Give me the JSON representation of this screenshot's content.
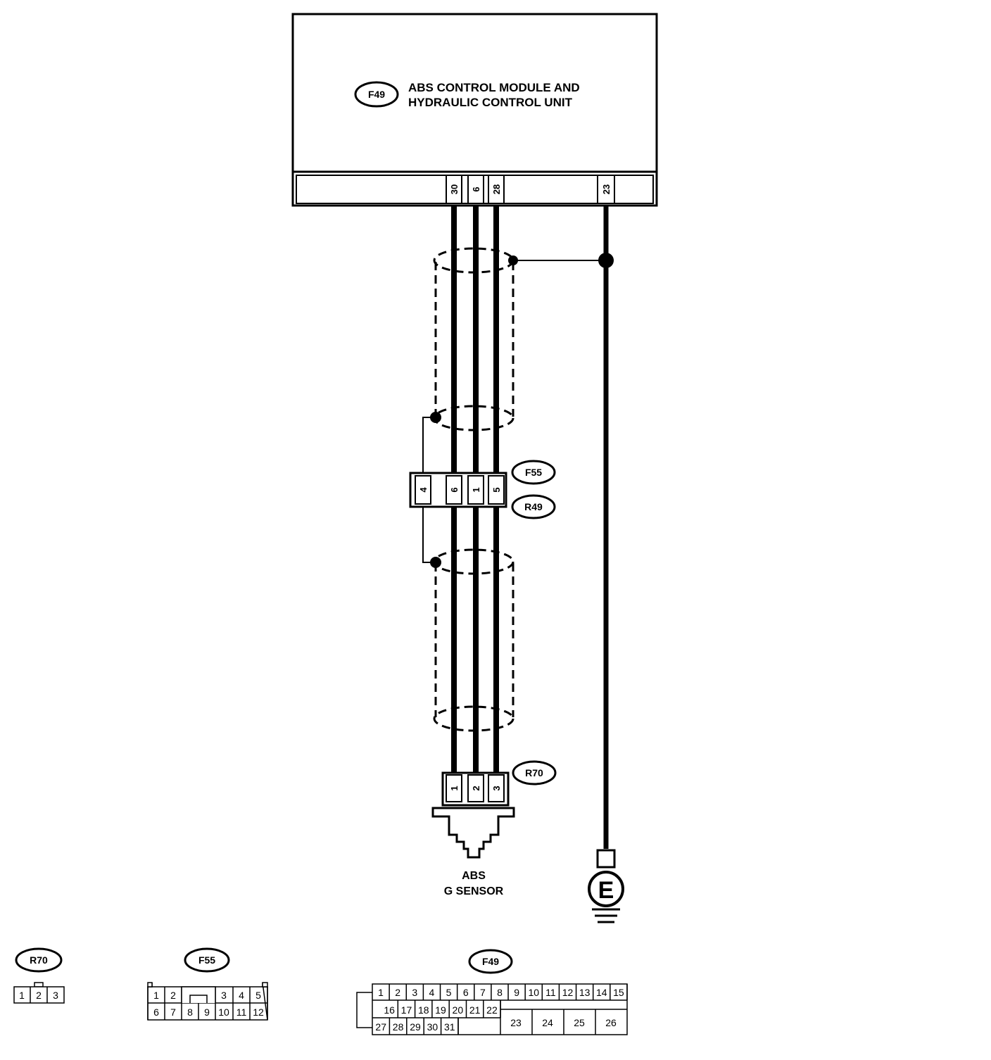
{
  "module": {
    "tag": "F49",
    "title_line1": "ABS CONTROL MODULE AND",
    "title_line2": "HYDRAULIC  CONTROL UNIT",
    "pins": [
      "30",
      "6",
      "28",
      "23"
    ]
  },
  "intermediate_connector": {
    "tag_top": "F55",
    "tag_bottom": "R49",
    "pins": [
      "4",
      "6",
      "1",
      "5"
    ]
  },
  "sensor": {
    "tag": "R70",
    "pins": [
      "1",
      "2",
      "3"
    ],
    "label_line1": "ABS",
    "label_line2": "G SENSOR"
  },
  "ground": {
    "symbol": "E"
  },
  "connector_views": [
    {
      "tag": "R70",
      "row1": [
        "1",
        "2",
        "3"
      ]
    },
    {
      "tag": "F55",
      "row1": [
        "1",
        "2",
        "3",
        "4",
        "5"
      ],
      "row2": [
        "6",
        "7",
        "8",
        "9",
        "10",
        "11",
        "12"
      ]
    },
    {
      "tag": "F49",
      "row1": [
        "1",
        "2",
        "3",
        "4",
        "5",
        "6",
        "7",
        "8",
        "9",
        "10",
        "11",
        "12",
        "13",
        "14",
        "15"
      ],
      "row2": [
        "16",
        "17",
        "18",
        "19",
        "20",
        "21",
        "22"
      ],
      "row2_large": [
        "23",
        "24",
        "25",
        "26"
      ],
      "row3": [
        "27",
        "28",
        "29",
        "30",
        "31"
      ]
    }
  ]
}
